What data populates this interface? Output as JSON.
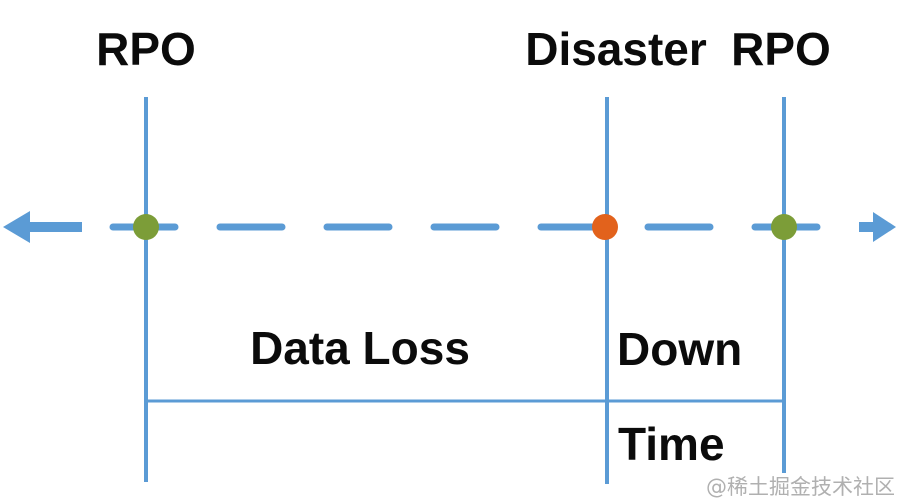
{
  "diagram": {
    "type": "rpo-rto-disaster-recovery-timeline",
    "top_labels": {
      "rpo_left": "RPO",
      "disaster": "Disaster",
      "rpo_right": "RPO"
    },
    "interval_labels": {
      "data_loss": "Data Loss",
      "down": "Down",
      "time": "Time"
    },
    "watermark": "@稀土掘金技术社区",
    "colors": {
      "timeline_blue": "#5B9BD5",
      "marker_green": "#7C9D38",
      "marker_orange": "#E2621C",
      "label_black": "#0b0b0b",
      "watermark_gray": "#A8A8A8"
    }
  }
}
